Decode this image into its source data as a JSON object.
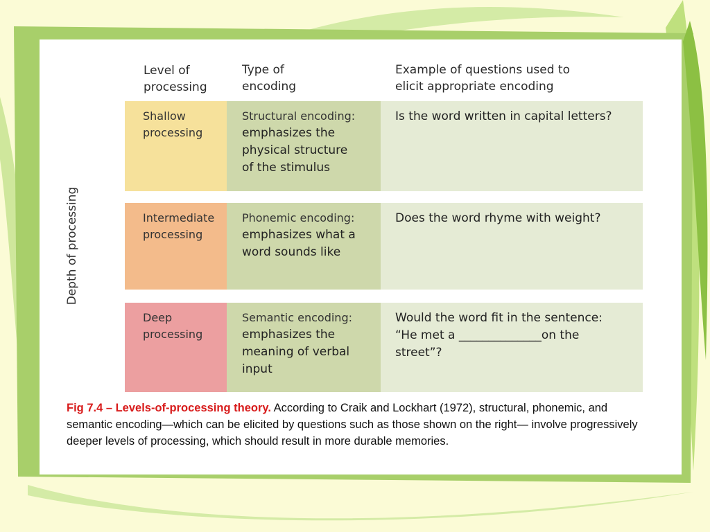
{
  "table": {
    "headers": {
      "level": "Level of\nprocessing",
      "type": "Type of\nencoding",
      "example": "Example of questions used to\nelicit appropriate encoding"
    },
    "depth_axis_label": "Depth of processing",
    "rows": [
      {
        "level": "Shallow\nprocessing",
        "encoding_name": "Structural encoding:",
        "encoding_desc": "emphasizes the\nphysical structure\nof the stimulus",
        "question": "Is the word written in capital letters?",
        "level_color": "#f6e19b"
      },
      {
        "level": "Intermediate\nprocessing",
        "encoding_name": "Phonemic encoding:",
        "encoding_desc": "emphasizes what a\nword sounds like",
        "question": "Does the word rhyme with weight?",
        "level_color": "#f3bb8b"
      },
      {
        "level": "Deep\nprocessing",
        "encoding_name": "Semantic encoding:",
        "encoding_desc": "emphasizes the\nmeaning of verbal\ninput",
        "question": "Would the word fit in the sentence:\n“He met a ______________on the\nstreet”?",
        "level_color": "#ec9fa0"
      }
    ]
  },
  "caption": {
    "title": "Fig 7.4 – Levels-of-processing theory.",
    "body": " According to Craik and Lockhart (1972), structural, phonemic, and semantic encoding—which can be elicited by questions such as those shown on the right— involve progressively deeper levels of processing, which should result in more durable memories."
  },
  "colors": {
    "frame_green": "#a8cf6a",
    "encoding_column": "#ced8ab",
    "question_column": "#e5ebd5",
    "caption_title": "#d81c1c",
    "arrow_top": "#fbe29a",
    "arrow_bottom": "#dba3d0"
  }
}
